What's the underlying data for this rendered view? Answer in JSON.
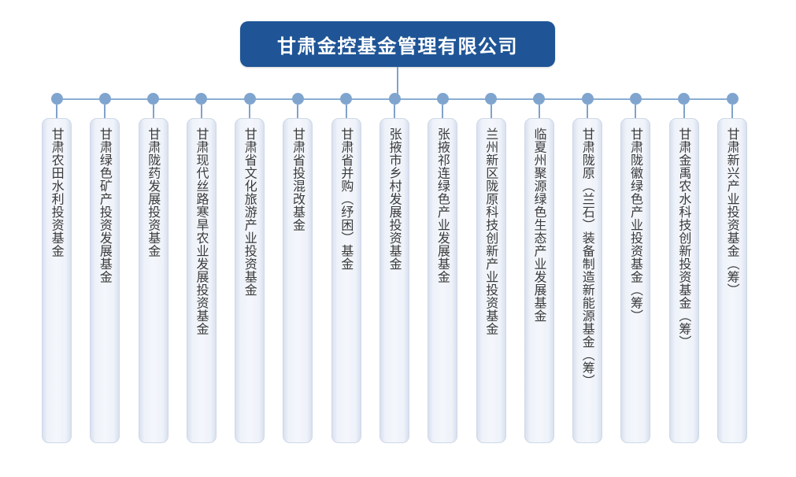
{
  "diagram": {
    "type": "organization-chart",
    "orientation": "top-down-single-level",
    "colors": {
      "root_fill": "#1F5596",
      "root_text": "#FFFFFF",
      "connector_line": "#8AADD4",
      "node_dot": "#7FA5CF",
      "child_box_fill": "#EEF2F9",
      "child_box_border": "#CED8E8",
      "child_text": "#3A3A3A",
      "background": "#FFFFFF"
    },
    "root": {
      "label": "甘肃金控基金管理有限公司"
    },
    "children": [
      {
        "index": 1,
        "label": "甘肃农田水利投资基金"
      },
      {
        "index": 2,
        "label": "甘肃绿色矿产投资发展基金"
      },
      {
        "index": 3,
        "label": "甘肃陇药发展投资基金"
      },
      {
        "index": 4,
        "label": "甘肃现代丝路寒旱农业发展投资基金"
      },
      {
        "index": 5,
        "label": "甘肃省文化旅游产业投资基金"
      },
      {
        "index": 6,
        "label": "甘肃省投混改基金"
      },
      {
        "index": 7,
        "label": "甘肃省并购（纾困）基金"
      },
      {
        "index": 8,
        "label": "张掖市乡村发展投资基金"
      },
      {
        "index": 9,
        "label": "张掖祁连绿色产业发展基金"
      },
      {
        "index": 10,
        "label": "兰州新区陇原科技创新产业投资基金"
      },
      {
        "index": 11,
        "label": "临夏州聚源绿色生态产业发展基金"
      },
      {
        "index": 12,
        "label": "甘肃陇原（兰石）装备制造新能源基金（筹）"
      },
      {
        "index": 13,
        "label": "甘肃陇徽绿色产业投资基金（筹）"
      },
      {
        "index": 14,
        "label": "甘肃金禹农水科技创新投资基金（筹）"
      },
      {
        "index": 15,
        "label": "甘肃新兴产业投资基金（筹）"
      }
    ]
  }
}
